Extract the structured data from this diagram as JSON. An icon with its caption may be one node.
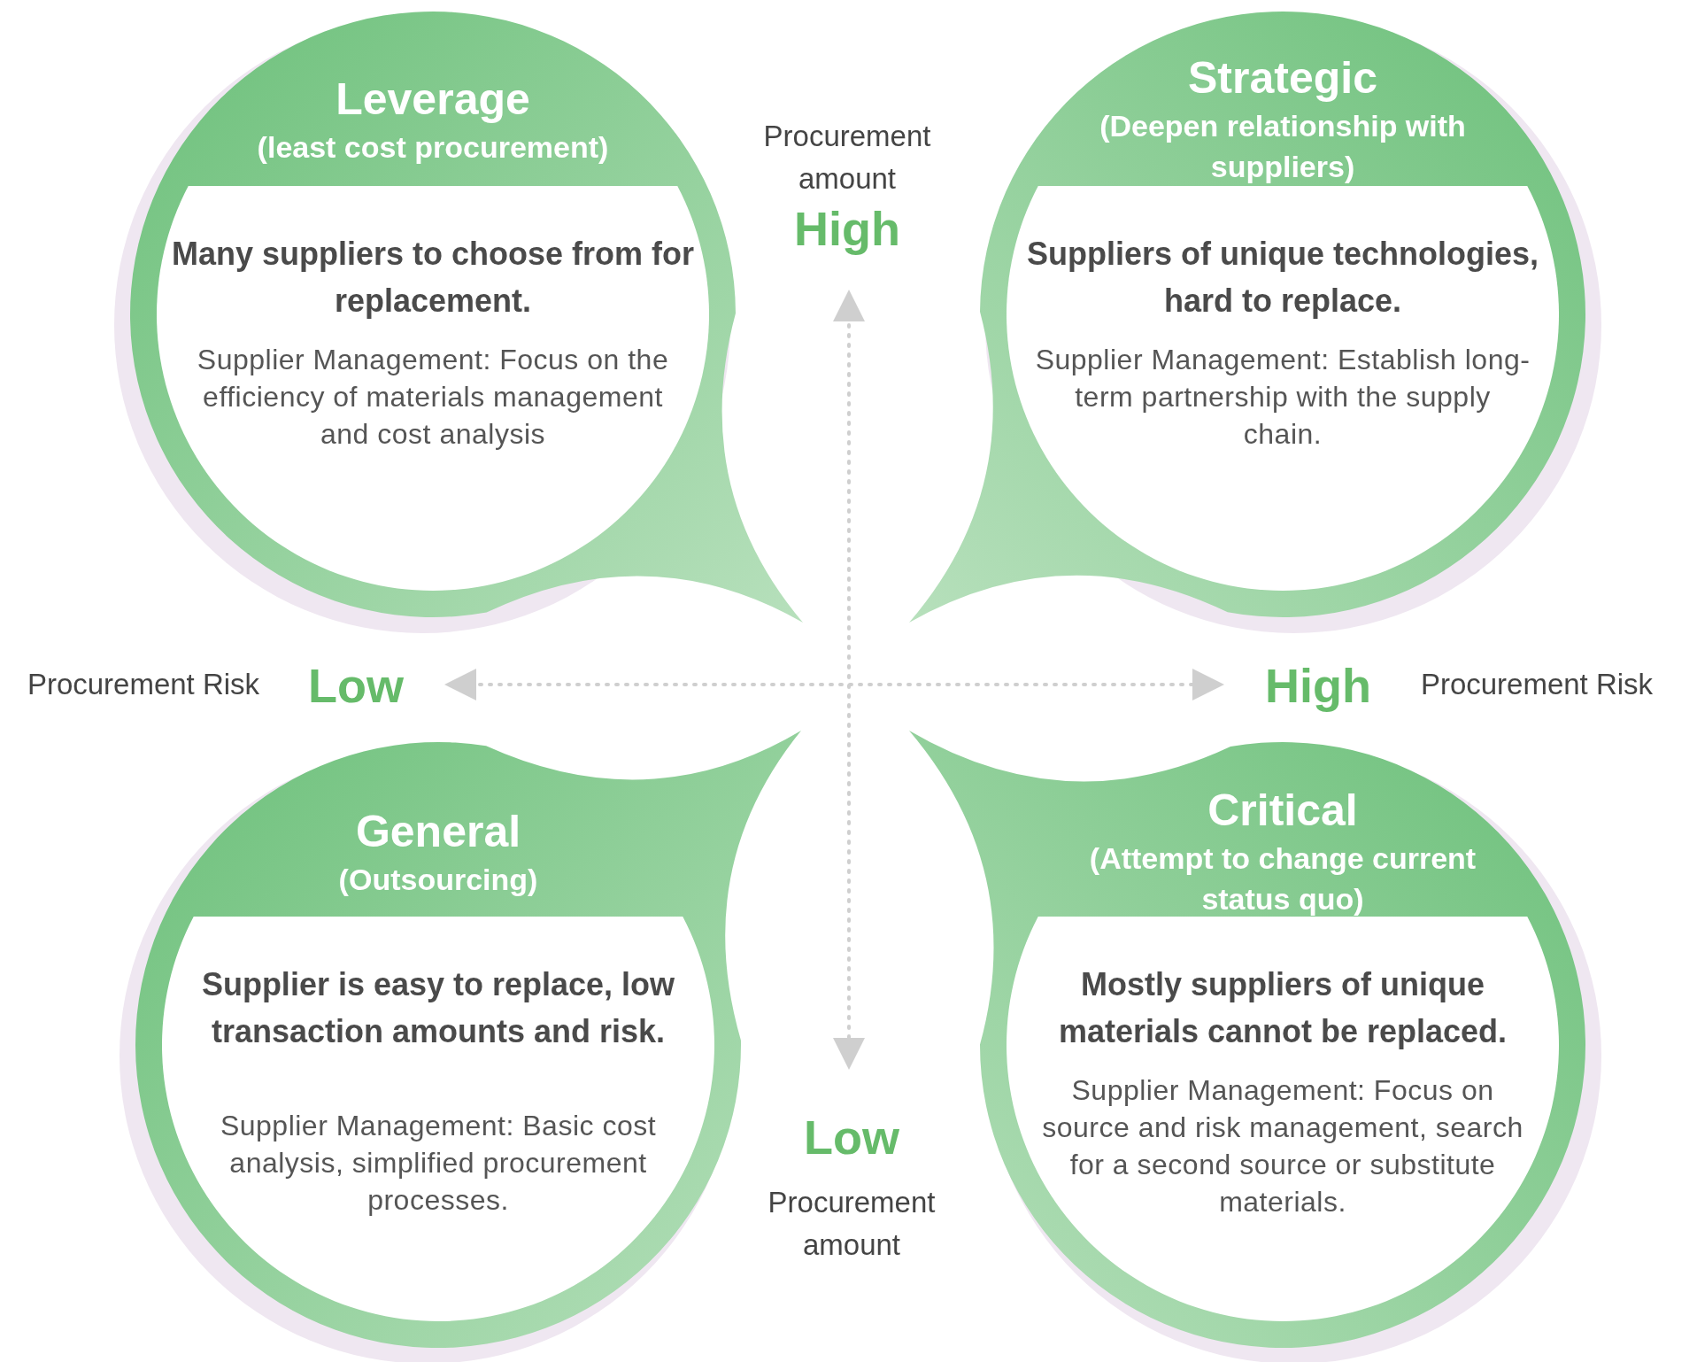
{
  "diagram": {
    "nodes": [
      {
        "text": [
          "Leverage",
          "(least cost procurement)",
          "Many suppliers to choose from for replacement.",
          "Supplier Management: Focus on the efficiency of materials management and cost analysis"
        ]
      },
      {
        "text": [
          "Strategic",
          "(Deepen relationship with suppliers)",
          "Suppliers of unique technologies, hard to replace.",
          "Supplier Management: Establish long-term partnership with the supply chain."
        ]
      },
      {
        "text": [
          "General",
          "(Outsourcing)",
          "Supplier is easy to replace, low transaction amounts and risk.",
          "Supplier Management: Basic cost analysis, simplified procurement processes."
        ]
      },
      {
        "text": [
          "Critical",
          "(Attempt to change current status quo)",
          "Mostly suppliers of unique materials cannot be replaced.",
          "Supplier Management: Focus on source and risk management, search for a second source or substitute materials."
        ]
      }
    ],
    "labels": [
      "Procurement amount",
      "High",
      "Procurement Risk",
      "Low",
      "High",
      "Procurement Risk",
      "Low",
      "Procurement amount"
    ]
  }
}
